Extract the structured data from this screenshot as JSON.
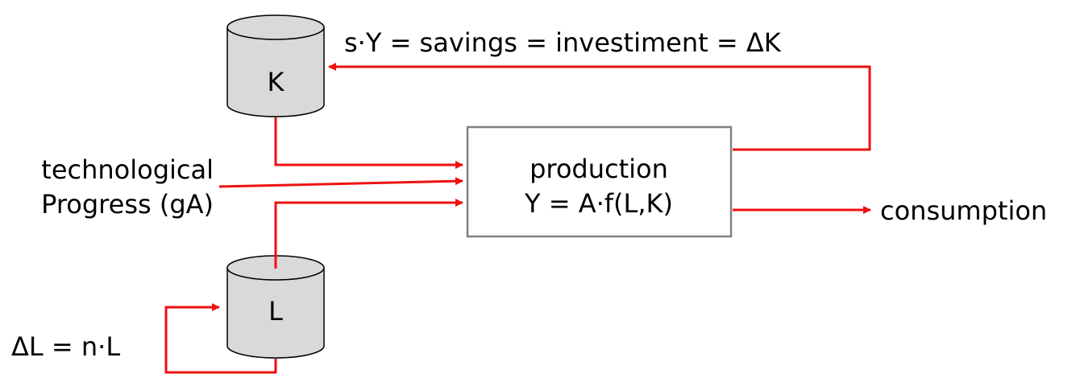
{
  "colors": {
    "flow_arrow": "#ee1111",
    "cylinder_fill": "#d9d9d9",
    "cylinder_stroke": "#000000",
    "box_stroke": "#808080",
    "text": "#000000"
  },
  "stocks": {
    "capital": {
      "label": "K",
      "shape": "cylinder"
    },
    "labor": {
      "label": "L",
      "shape": "cylinder"
    }
  },
  "production_box": {
    "line1": "production",
    "line2": "Y = A·f(L,K)"
  },
  "labels": {
    "savings_loop": "s·Y = savings = investiment = ΔK",
    "tech_line1": "technological",
    "tech_line2": "Progress (gA)",
    "consumption": "consumption",
    "labor_growth": "ΔL = n·L"
  },
  "flows": [
    {
      "from": "capital",
      "to": "production"
    },
    {
      "from": "technological-progress",
      "to": "production"
    },
    {
      "from": "labor",
      "to": "production"
    },
    {
      "from": "production",
      "to": "capital",
      "label": "s·Y = savings = investiment = ΔK"
    },
    {
      "from": "production",
      "to": "consumption"
    },
    {
      "from": "labor",
      "to": "labor",
      "label": "ΔL = n·L"
    }
  ]
}
